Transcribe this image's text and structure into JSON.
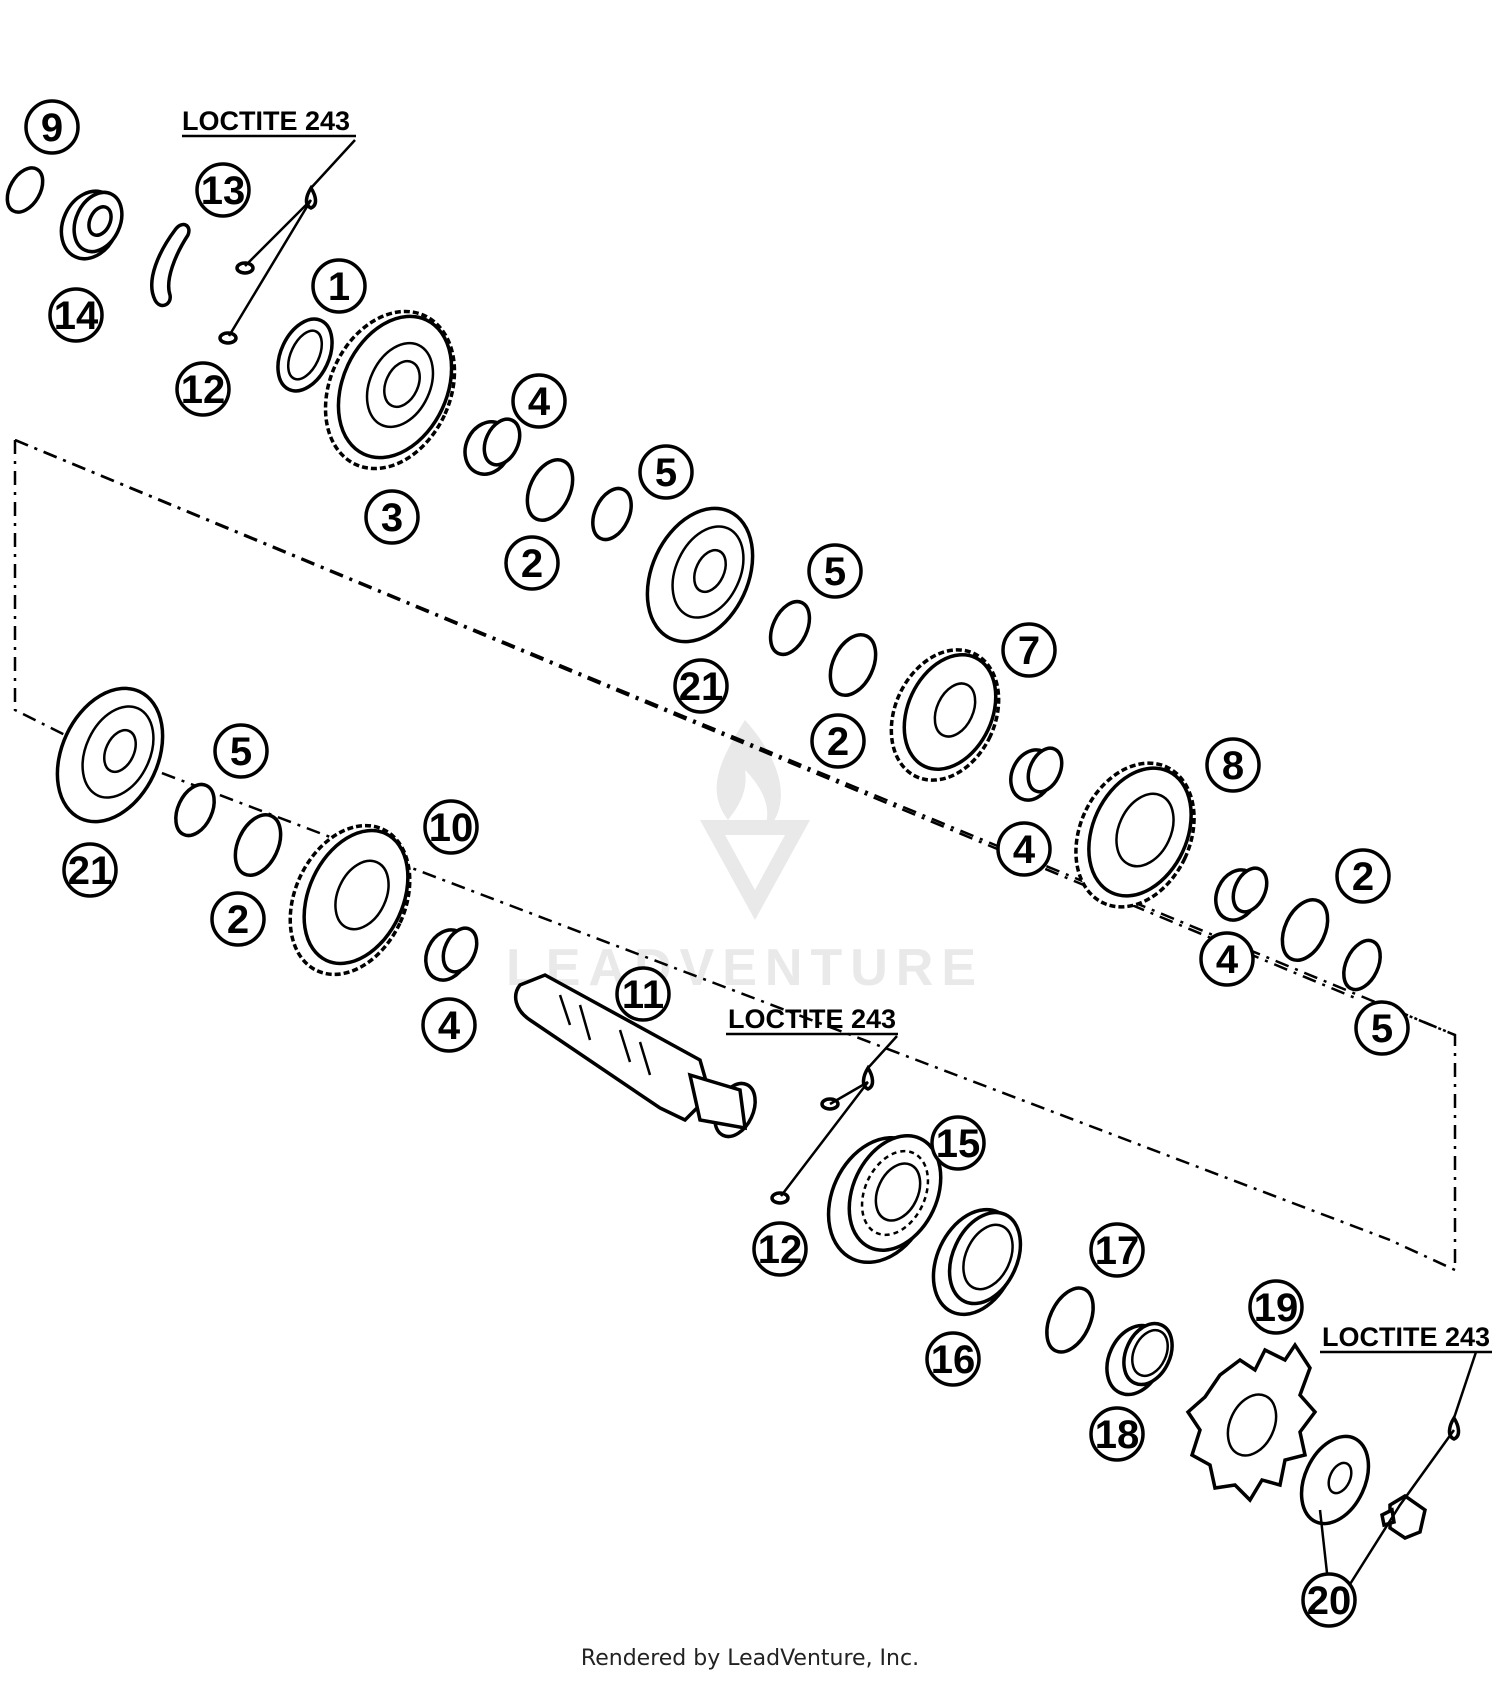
{
  "diagram": {
    "notes": [
      {
        "id": "note-loctite-1",
        "text": "LOCTITE 243"
      },
      {
        "id": "note-loctite-2",
        "text": "LOCTITE 243"
      },
      {
        "id": "note-loctite-3",
        "text": "LOCTITE 243"
      }
    ],
    "callouts": [
      {
        "id": "c9",
        "label": "9"
      },
      {
        "id": "c13",
        "label": "13"
      },
      {
        "id": "c14",
        "label": "14"
      },
      {
        "id": "c1",
        "label": "1"
      },
      {
        "id": "c12a",
        "label": "12"
      },
      {
        "id": "c4a",
        "label": "4"
      },
      {
        "id": "c3",
        "label": "3"
      },
      {
        "id": "c5a",
        "label": "5"
      },
      {
        "id": "c2a",
        "label": "2"
      },
      {
        "id": "c5b",
        "label": "5"
      },
      {
        "id": "c21a",
        "label": "21"
      },
      {
        "id": "c7",
        "label": "7"
      },
      {
        "id": "c2b",
        "label": "2"
      },
      {
        "id": "c8",
        "label": "8"
      },
      {
        "id": "c4b",
        "label": "4"
      },
      {
        "id": "c2c",
        "label": "2"
      },
      {
        "id": "c4c",
        "label": "4"
      },
      {
        "id": "c5c",
        "label": "5"
      },
      {
        "id": "c5d",
        "label": "5"
      },
      {
        "id": "c21b",
        "label": "21"
      },
      {
        "id": "c10",
        "label": "10"
      },
      {
        "id": "c2d",
        "label": "2"
      },
      {
        "id": "c4d",
        "label": "4"
      },
      {
        "id": "c11",
        "label": "11"
      },
      {
        "id": "c15",
        "label": "15"
      },
      {
        "id": "c12b",
        "label": "12"
      },
      {
        "id": "c17",
        "label": "17"
      },
      {
        "id": "c16",
        "label": "16"
      },
      {
        "id": "c19",
        "label": "19"
      },
      {
        "id": "c18",
        "label": "18"
      },
      {
        "id": "c20",
        "label": "20"
      }
    ],
    "watermark": "LEADVENTURE",
    "footer": "Rendered by LeadVenture, Inc."
  }
}
